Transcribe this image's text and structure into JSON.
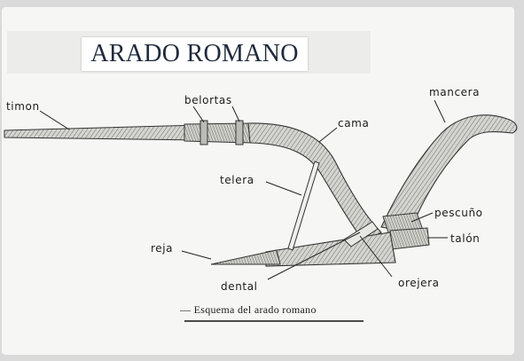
{
  "title": "ARADO ROMANO",
  "caption": "— Esquema del arado romano",
  "labels": {
    "timon": "timon",
    "belortas": "belortas",
    "mancera": "mancera",
    "cama": "cama",
    "telera": "telera",
    "pescuno": "pescuño",
    "talon": "talón",
    "reja": "reja",
    "dental": "dental",
    "orejera": "orejera"
  }
}
